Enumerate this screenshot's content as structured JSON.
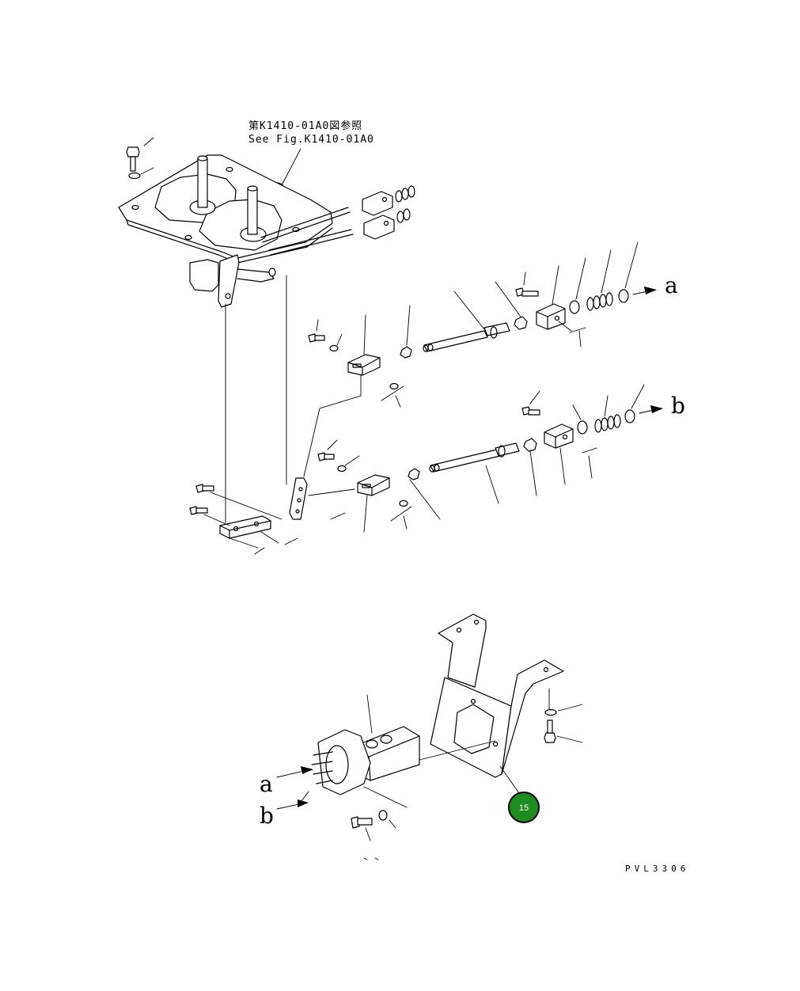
{
  "reference_note": {
    "line1": "第K1410-01A0図参照",
    "line2": "See Fig.K1410-01A0"
  },
  "flow_labels": {
    "a": "a",
    "b": "b"
  },
  "drawing_code": "PVL3306",
  "callout_badge": {
    "label": "15",
    "color": "#1e8c1e"
  }
}
